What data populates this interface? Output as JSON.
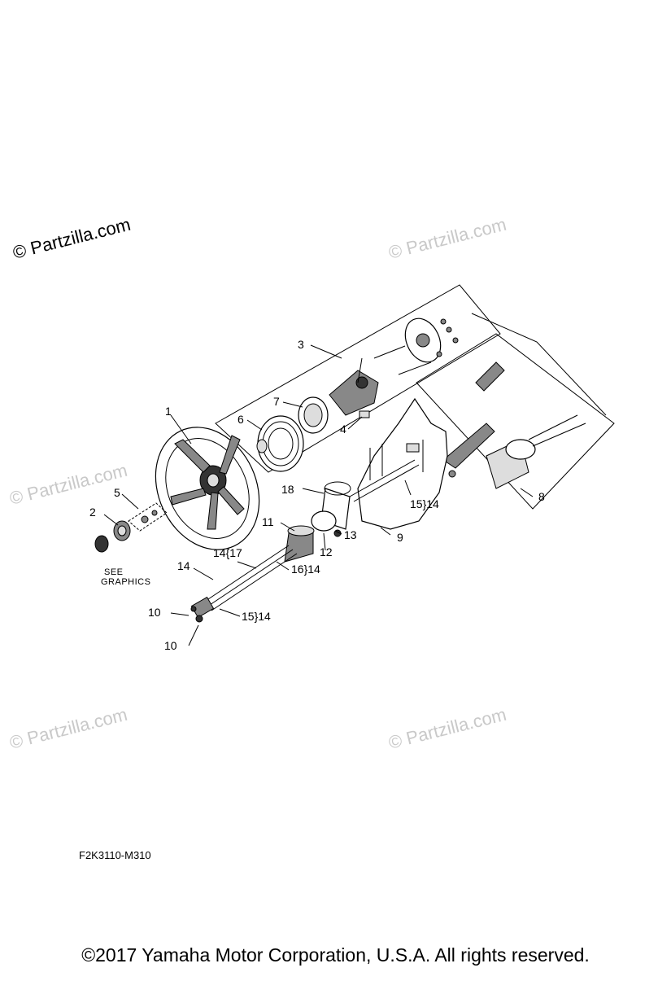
{
  "watermark": {
    "main": "© Partzilla.com",
    "faint": "© Partzilla.com"
  },
  "callouts": {
    "c1": "1",
    "c2": "2",
    "c3": "3",
    "c4": "4",
    "c5": "5",
    "c6": "6",
    "c7": "7",
    "c8": "8",
    "c9": "9",
    "c10a": "10",
    "c10b": "10",
    "c11": "11",
    "c12": "12",
    "c13": "13",
    "c14a": "14",
    "c14_17": "14{17",
    "c16_14": "16}14",
    "c15_14a": "15}14",
    "c15_14b": "15}14",
    "c18": "18"
  },
  "notes": {
    "see": "SEE",
    "graphics": "GRAPHICS"
  },
  "figure_code": "F2K3110-M310",
  "copyright": "©2017  Yamaha Motor Corporation, U.S.A. All rights reserved."
}
